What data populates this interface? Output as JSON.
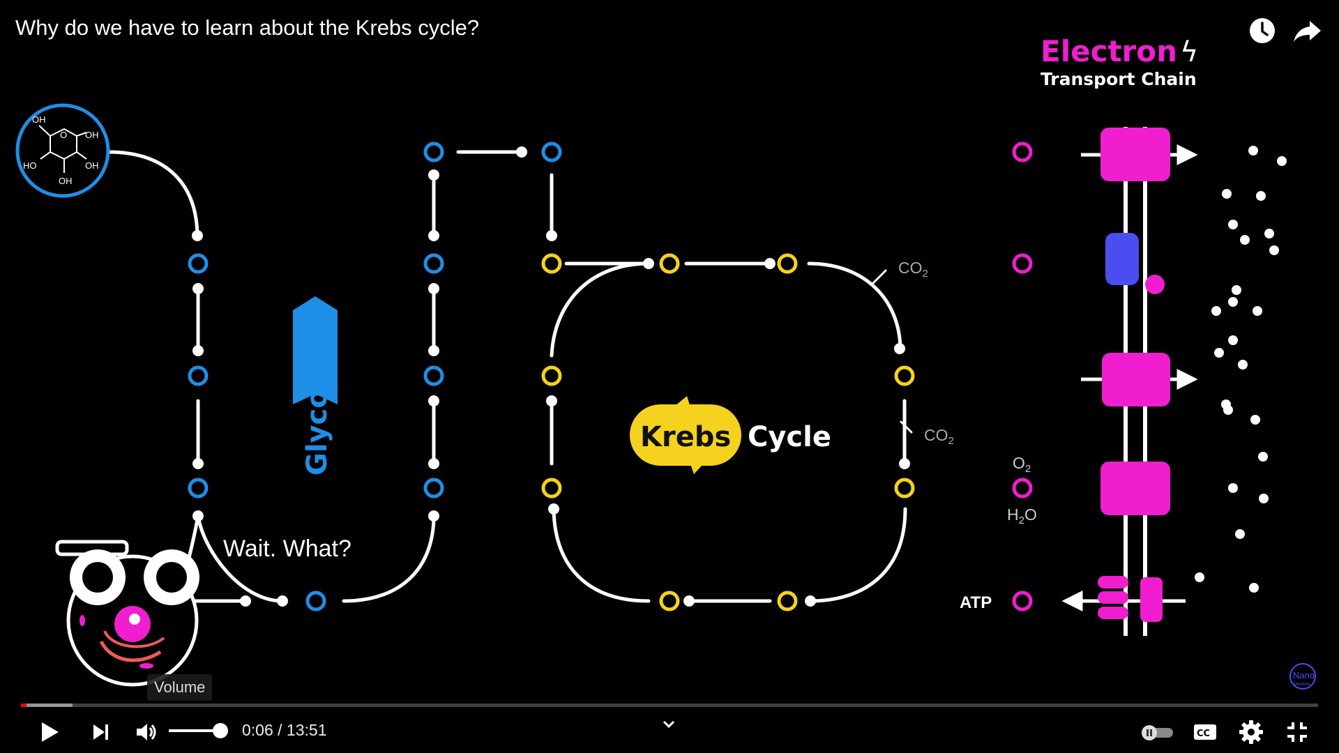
{
  "video": {
    "title": "Why do we have to learn about the Krebs cycle?",
    "diagram": {
      "etc_title_line1": "Electron",
      "etc_title_line2": "Transport Chain",
      "glycolysis_label": "Glycolysis",
      "krebs_word": "Krebs",
      "cycle_word": "Cycle",
      "speech": "Wait. What?",
      "co2_label": "CO",
      "co2_sub": "2",
      "o2_label": "O",
      "o2_sub": "2",
      "h2o_h": "H",
      "h2o_sub": "2",
      "h2o_o": "O",
      "atp_label": "ATP",
      "glucose_oh_top": "OH",
      "glucose_oh_right": "OH",
      "glucose_ho_left": "HO",
      "glucose_oh_right2": "OH",
      "glucose_oh_bottom": "OH",
      "glucose_ring_o": "O",
      "watermark_name": "Nano",
      "watermark_sub": "Mentoria"
    },
    "colors": {
      "glycolysis_blue": "#1e8fe6",
      "krebs_yellow": "#f5d21e",
      "etc_magenta": "#f01ecf",
      "protein_blue": "#4a4ef0",
      "progress_red": "#ff0000"
    }
  },
  "top_actions": {
    "watch_later_icon": "clock-icon",
    "share_icon": "share-arrow-icon"
  },
  "player": {
    "tooltip": "Volume",
    "current_time": "0:06",
    "duration": "13:51",
    "time_display": "0:06 / 13:51",
    "progress_played": 0.004,
    "progress_buffered": 0.04,
    "volume_level": 0.9,
    "autoplay_on": false,
    "icons": {
      "play": "play-icon",
      "next": "next-icon",
      "volume": "volume-icon",
      "chevron": "chevron-down-icon",
      "autoplay": "autoplay-toggle-icon",
      "captions": "captions-icon",
      "settings": "gear-icon",
      "exit_fullscreen": "exit-fullscreen-icon"
    }
  }
}
